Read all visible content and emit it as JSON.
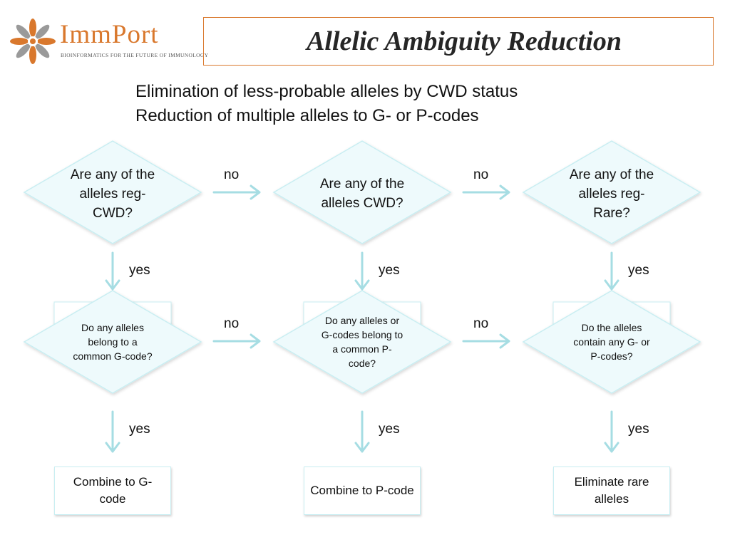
{
  "logo": {
    "name": "ImmPort",
    "tagline": "Bioinformatics For The Future of Immunology",
    "colors": {
      "orange": "#d9782d",
      "gray": "#8c8c8c"
    }
  },
  "title": "Allelic Ambiguity Reduction",
  "subtitle_lines": [
    "Elimination of less-probable alleles by CWD status",
    "Reduction of multiple alleles to G- or P-codes"
  ],
  "top_questions": [
    "Are any of the alleles reg-CWD?",
    "Are any of the alleles CWD?",
    "Are any of the alleles reg-Rare?"
  ],
  "middle_questions": [
    "Do any alleles belong to a common G-code?",
    "Do any alleles or G-codes belong to a common P-code?",
    "Do the alleles contain any G- or P-codes?"
  ],
  "results": [
    "Combine to G-code",
    "Combine to P-code",
    "Eliminate rare alleles"
  ],
  "edge_labels": {
    "no": "no",
    "yes": "yes"
  },
  "colors": {
    "diamond_fill": "#eefafc",
    "diamond_stroke": "#c9eef2",
    "arrow": "#a6dde3",
    "title_border": "#d9782d"
  }
}
